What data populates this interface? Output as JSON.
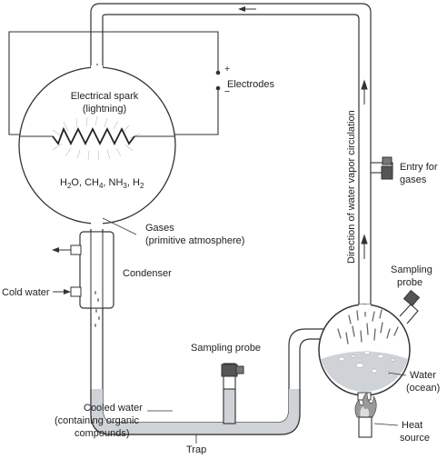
{
  "diagram": {
    "labels": {
      "electrical_spark_line1": "Electrical spark",
      "electrical_spark_line2": "(lightning)",
      "electrodes": "Electrodes",
      "plus": "+",
      "minus": "−",
      "gases_line1": "Gases",
      "gases_line2": "(primitive atmosphere)",
      "condenser": "Condenser",
      "cold_water": "Cold water",
      "sampling_probe_bottom": "Sampling probe",
      "cooled_water_line1": "Cooled water",
      "cooled_water_line2": "(containing organic",
      "cooled_water_line3": "compounds)",
      "trap": "Trap",
      "direction_label": "Direction of water vapor circulation",
      "entry_line1": "Entry for",
      "entry_line2": "gases",
      "sampling_probe_right_line1": "Sampling",
      "sampling_probe_right_line2": "probe",
      "water_line1": "Water",
      "water_line2": "(ocean)",
      "heat_line1": "Heat",
      "heat_line2": "source"
    },
    "formula": {
      "h": "H",
      "h2o_sub": "2",
      "o": "O, CH",
      "ch4_sub": "4",
      "nh": ", NH",
      "nh3_sub": "3",
      "h2": ", H",
      "h2_sub": "2"
    },
    "colors": {
      "line": "#333333",
      "water": "#cfd3d8",
      "glass": "#ffffff",
      "flame": "#888888"
    }
  }
}
